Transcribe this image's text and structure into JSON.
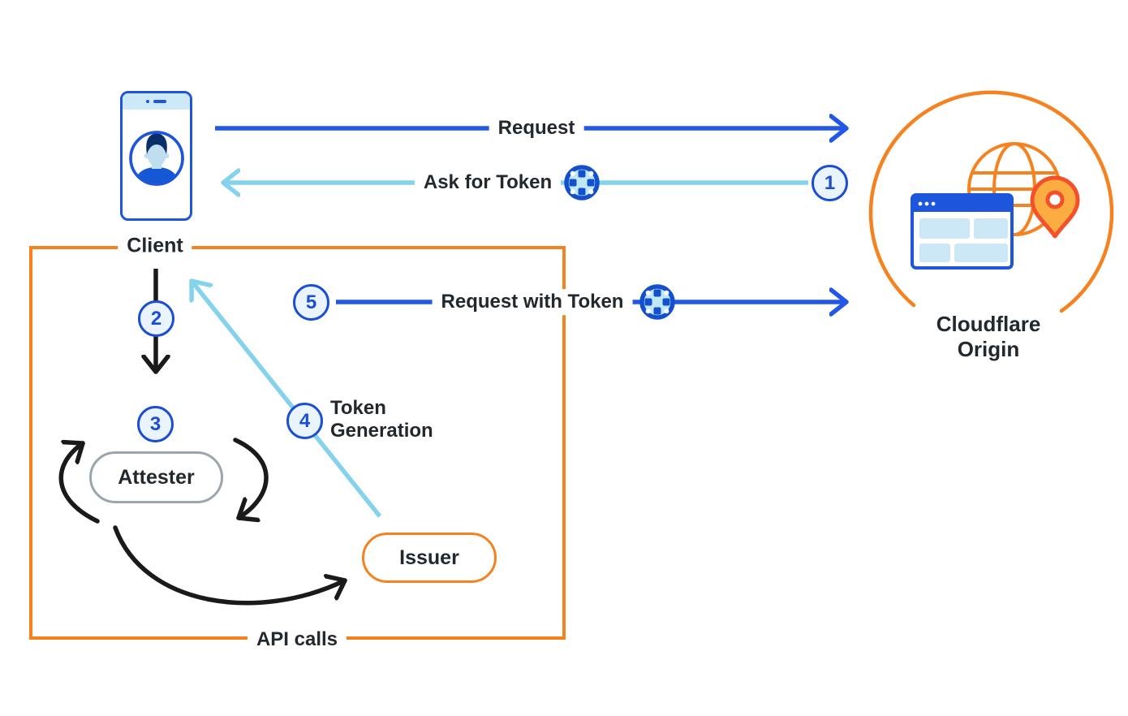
{
  "diagram": {
    "type": "flow-diagram",
    "nodes": {
      "client": {
        "label": "Client"
      },
      "attester": {
        "label": "Attester"
      },
      "issuer": {
        "label": "Issuer"
      },
      "cloudflare_origin": {
        "label_lines": [
          "Cloudflare",
          "Origin"
        ]
      },
      "api_boundary": {
        "label": "API calls"
      }
    },
    "flows": {
      "request": {
        "step": "",
        "label": "Request",
        "from": "Client",
        "to": "Cloudflare Origin",
        "style": "solid-blue-arrow"
      },
      "ask_for_token": {
        "step": "1",
        "label": "Ask for Token",
        "from": "Cloudflare Origin",
        "to": "Client",
        "style": "light-blue-arrow",
        "token_icon": true
      },
      "client_to_attester": {
        "step": "2",
        "label": "",
        "from": "Client",
        "to": "Attester",
        "style": "black-arrow"
      },
      "attestation_loop": {
        "step": "3",
        "label": "",
        "at": "Attester",
        "style": "black-loop-arrows"
      },
      "token_generation": {
        "step": "4",
        "label": "Token Generation",
        "label_lines": [
          "Token",
          "Generation"
        ],
        "from": "Issuer",
        "to": "Client",
        "style": "light-blue-arrow"
      },
      "request_with_token": {
        "step": "5",
        "label": "Request with Token",
        "from": "Client",
        "to": "Cloudflare Origin",
        "style": "solid-blue-arrow",
        "token_icon": true
      },
      "attester_to_issuer": {
        "label": "",
        "from": "Attester",
        "to": "Issuer",
        "style": "black-curved-arrow"
      }
    },
    "icons": {
      "client_device": "smartphone-with-user-avatar-icon",
      "token": "token-gear-icon",
      "origin_globe": "globe-icon",
      "origin_browser": "browser-window-icon",
      "origin_pin": "location-pin-icon"
    },
    "colors": {
      "orange": "#F6821F",
      "blue_arrow": "#2158E8",
      "light_blue_arrow": "#85D2EC",
      "badge_border": "#1B4ED3",
      "badge_fill": "#E9F4FC",
      "attester_border": "#9BA6AC",
      "text": "#23282D",
      "black_arrow": "#1A1A1A",
      "pin_fill": "#FBAD41",
      "pin_stroke": "#F4502A",
      "screen_band": "#CDE9F8",
      "browser_block": "#CCE8F7"
    }
  }
}
